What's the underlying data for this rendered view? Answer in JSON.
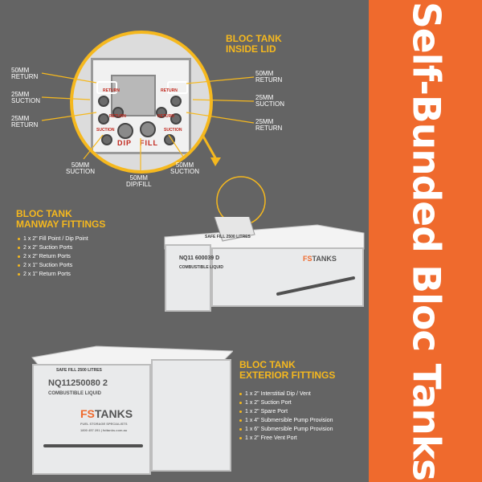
{
  "banner": {
    "heading": "Self-Bunded Bloc Tanks"
  },
  "colors": {
    "background": "#646464",
    "accent_orange": "#ef6a2d",
    "heading_yellow": "#f5b81e"
  },
  "inside_lid": {
    "title_line1": "BLOC TANK",
    "title_line2": "INSIDE LID",
    "stamp_return": "RETURN",
    "stamp_suction": "SUCTION",
    "stamp_dip": "DIP",
    "stamp_fill": "FILL",
    "labels": [
      {
        "line1": "50mm",
        "line2": "RETURN"
      },
      {
        "line1": "25mm",
        "line2": "SUCTION"
      },
      {
        "line1": "25mm",
        "line2": "RETURN"
      },
      {
        "line1": "50mm",
        "line2": "RETURN"
      },
      {
        "line1": "25mm",
        "line2": "SUCTION"
      },
      {
        "line1": "25mm",
        "line2": "RETURN"
      },
      {
        "line1": "50mm",
        "line2": "SUCTION"
      },
      {
        "line1": "50mm",
        "line2": "DIP/FILL"
      },
      {
        "line1": "50mm",
        "line2": "SUCTION"
      }
    ]
  },
  "manway": {
    "title_line1": "BLOC TANK",
    "title_line2": "MANWAY FITTINGS",
    "items": [
      "1 x 2\" Fill Point / Dip Point",
      "2 x 2\" Suction Ports",
      "2 x 2\" Return  Ports",
      "2 x 1\" Suction Ports",
      "2 x 1\" Return Ports"
    ]
  },
  "exterior": {
    "title_line1": "BLOC TANK",
    "title_line2": "EXTERIOR FITTINGS",
    "items": [
      "1 x 2\" Interstitial Dip / Vent",
      "1 x 2\" Suction Port",
      "1 x 2\" Spare Port",
      "1 x 4\" Submersible Pump Provision",
      "1 x 6\" Submersible Pump Provision",
      "1 x 2\" Free Vent Port"
    ]
  },
  "tank_landscape": {
    "serial": "NQ11 600039 D",
    "liquid_stencil": "COMBUSTIBLE LIQUID",
    "capacity_stencil": "SAFE FILL 2500 LITRES"
  },
  "tank_front": {
    "serial": "NQ11250080 2",
    "liquid_stencil": "COMBUSTIBLE LIQUID",
    "capacity_stencil": "SAFE FILL 2500 LITRES"
  },
  "brand": {
    "logo_prefix": "FS",
    "logo_word": "TANKS",
    "tagline": "FUEL STORAGE SPECIALISTS",
    "contact": "1800 457 291  |  fsttanks.com.au"
  }
}
